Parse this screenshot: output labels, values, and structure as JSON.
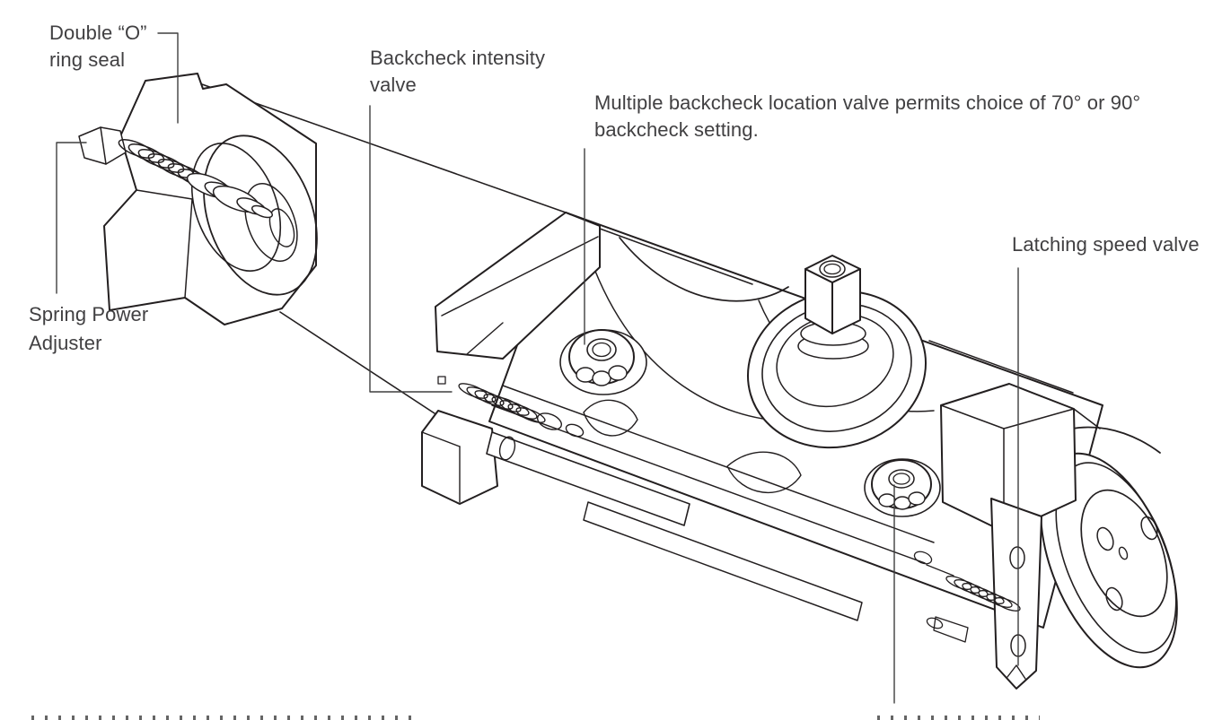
{
  "page": {
    "background": "#ffffff"
  },
  "figure": {
    "kind": "isometric cutaway line drawing of a hydraulic door closer body",
    "line_color": "#231f20",
    "label_color": "#414042",
    "labels": {
      "double_o_ring_seal": "Double “O”\nring seal",
      "spring_power_adjuster": "Spring Power\nAdjuster",
      "backcheck_intensity_valve": "Backcheck intensity\nvalve",
      "multiple_backcheck_location": "Multiple backcheck location valve permits choice of 70° or 90°\nbackcheck setting.",
      "latching_speed_valve": "Latching speed valve"
    }
  }
}
